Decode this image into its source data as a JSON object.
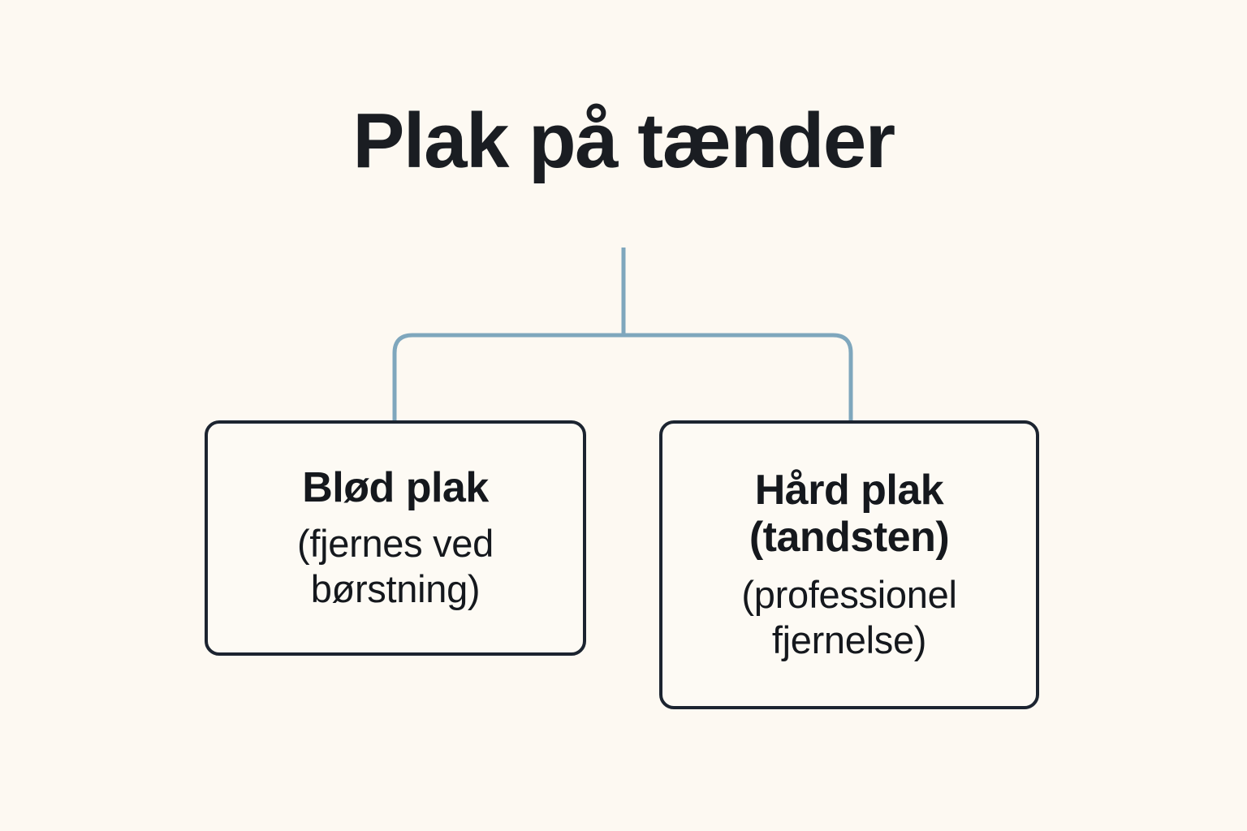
{
  "page": {
    "background_color": "#fdf9f2",
    "text_color": "#15181d",
    "title_color": "#1a1d22"
  },
  "diagram": {
    "type": "tree",
    "title": "Plak på tænder",
    "connector": {
      "color": "#7fa7bd",
      "stroke_width": 5,
      "style": "rounded-bracket"
    },
    "nodes": [
      {
        "id": "soft-plaque",
        "title": "Blød plak",
        "subtitle": "(fjernes ved\nbørstning)",
        "border_color": "#1c2430",
        "fill_color": "#fdfaf4"
      },
      {
        "id": "hard-plaque",
        "title": "Hård plak\n(tandsten)",
        "subtitle": "(professionel\nfjernelse)",
        "border_color": "#1c2430",
        "fill_color": "#fdfaf4"
      }
    ]
  }
}
